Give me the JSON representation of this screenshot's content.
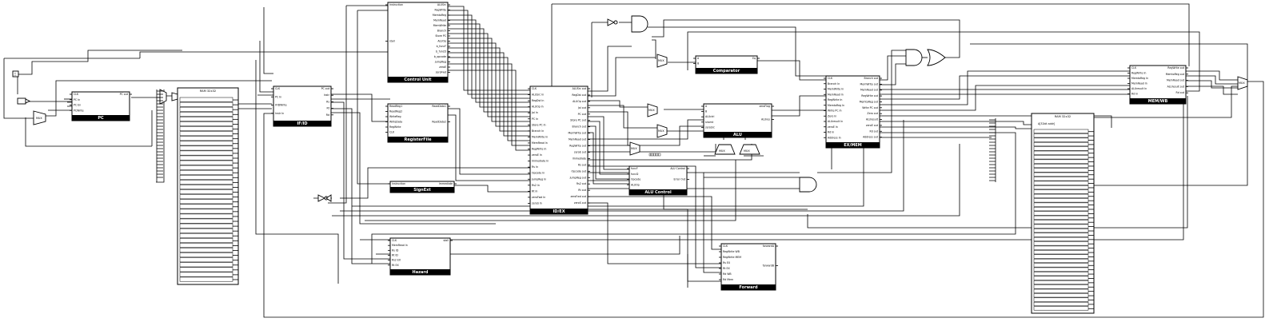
{
  "blocks": [
    {
      "id": "control-unit",
      "name": "Control Unit",
      "inputs": [
        "Instruction",
        "stall"
      ],
      "outputs": [
        "ALUSrc",
        "RegWrite",
        "MemtoReg",
        "MemRead",
        "MemWrite",
        "Branch",
        "Store PC",
        "ALUOp",
        "b_funcF",
        "b_funcD",
        "b_opcode",
        "JumpReg",
        "zeroE",
        "zeroFwd"
      ]
    },
    {
      "id": "pc",
      "name": "PC",
      "inputs": [
        "CLK",
        "PC In",
        "PC En",
        "PCWrite"
      ],
      "outputs": [
        "PC out"
      ]
    },
    {
      "id": "ifid",
      "name": "IF/ID",
      "inputs": [
        "CLK",
        "PC In",
        "IFIDWrite",
        "Instr In"
      ],
      "outputs": [
        "PC out",
        "Instr",
        "Rs",
        "Rt",
        "Rd"
      ]
    },
    {
      "id": "register-file",
      "name": "RegisterFile",
      "inputs": [
        "ReadReg1",
        "ReadReg2",
        "WriteReg",
        "WriteData",
        "RegWrite",
        "CLK"
      ],
      "outputs": [
        "ReadData1",
        "ReadData2"
      ]
    },
    {
      "id": "signext",
      "name": "SignExt",
      "inputs": [
        "Instruction"
      ],
      "outputs": [
        "Immediate"
      ]
    },
    {
      "id": "idex",
      "name": "ID/EX",
      "inputs": [
        "CLK",
        "ALUSrc In",
        "RegDst In",
        "ALUOp In",
        "Jal In",
        "PC In",
        "Store PC In",
        "Branch In",
        "MemWrite In",
        "MemRead In",
        "RegWrite In",
        "zeroE In",
        "Immediate In",
        "Rs In",
        "Opcode In",
        "JumpReg In",
        "Rs2 In",
        "Rt In",
        "zeroFwd In",
        "zeroS In"
      ],
      "outputs": [
        "ALUSrc out",
        "RegDst out",
        "ALUOp out",
        "Jal out",
        "PC out",
        "Store PC out",
        "Branch out",
        "MemWrite out",
        "MemRead out",
        "RegWrite out",
        "zeroE out",
        "Immediate",
        "Rs out",
        "Opcode out",
        "JumpReg out",
        "Rs2 out",
        "Rt out",
        "zeroFwd out",
        "zeroS out"
      ]
    },
    {
      "id": "comparator",
      "name": "Comparator",
      "inputs": [
        "A",
        "B"
      ],
      "outputs": [
        "Eq"
      ]
    },
    {
      "id": "alu",
      "name": "ALU",
      "inputs": [
        "A",
        "B",
        "ALUctrl",
        "shamt",
        "zeroSrc"
      ],
      "outputs": [
        "zeroFlag",
        "ALUres"
      ]
    },
    {
      "id": "alu-control",
      "name": "ALU Control",
      "inputs": [
        "funcF",
        "funcD",
        "Opcode",
        "ALUOp"
      ],
      "outputs": [
        "ALU Control",
        "Error Out"
      ]
    },
    {
      "id": "exmem",
      "name": "EX/MEM",
      "inputs": [
        "CLK",
        "Branch In",
        "MemWrite In",
        "MemRead In",
        "RegWrite In",
        "MemtoReg In",
        "Write PC In",
        "Zero In",
        "ALUresult In",
        "zeroE In",
        "Rd In",
        "Address In"
      ],
      "outputs": [
        "Branch out",
        "MemWrite out",
        "MemRead out",
        "RegWrite out",
        "MemtoReg out",
        "Write PC out",
        "Zero out",
        "ALUresult",
        "zeroE out",
        "Rd out",
        "Address out"
      ]
    },
    {
      "id": "hazard",
      "name": "Hazard",
      "inputs": [
        "CLK",
        "MemRead In",
        "Rs ID",
        "Rt ID",
        "Rs2 EX",
        "Rt EX"
      ],
      "outputs": [
        "stall"
      ]
    },
    {
      "id": "forward",
      "name": "Forward",
      "inputs": [
        "CLK",
        "RegWrite WB",
        "RegWrite MEM",
        "Rs EX",
        "Rt EX",
        "Rd WB",
        "Rd Mem"
      ],
      "outputs": [
        "forwardA",
        "forwardB"
      ]
    },
    {
      "id": "memwb",
      "name": "MEM/WB",
      "inputs": [
        "CLK",
        "RegWrite In",
        "MemtoReg In",
        "MemRead In",
        "ALUresult In",
        "Rd In"
      ],
      "outputs": [
        "RegWrite out",
        "MemtoReg out",
        "MemRead out",
        "ALUresult out",
        "Rd out"
      ]
    }
  ],
  "memories": [
    {
      "id": "instruction-memory",
      "title": "RAM 32x32",
      "rows": 38
    },
    {
      "id": "data-memory",
      "title": "RAM 32x32",
      "subtitle": "A[32bit addr]",
      "rows": 42
    }
  ],
  "mux_label": "MUX",
  "colors": {
    "line": "#000000",
    "background": "#ffffff",
    "bar": "#000000"
  }
}
